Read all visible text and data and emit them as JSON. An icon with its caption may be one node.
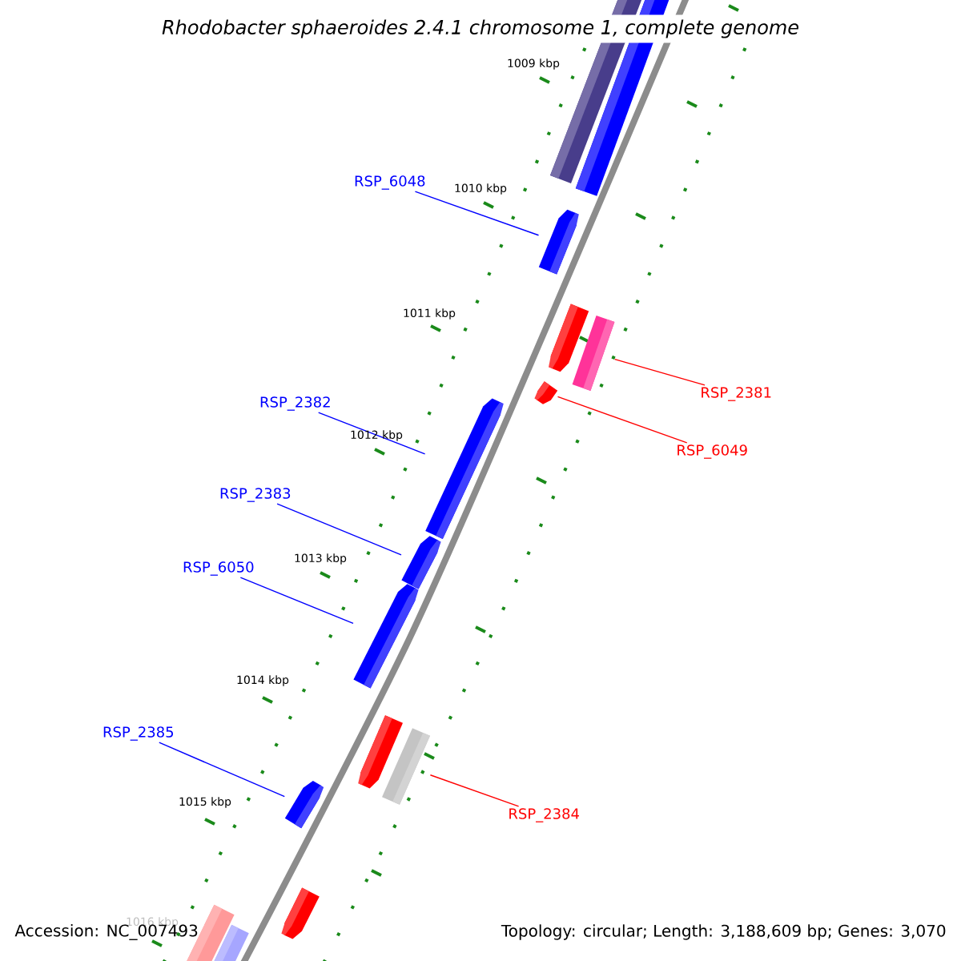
{
  "diagram": {
    "title": "Rhodobacter sphaeroides 2.4.1 chromosome 1, complete genome",
    "nodes": [
      {
        "text": [
          "RSP_6048"
        ]
      },
      {
        "text": [
          "RSP_2381"
        ]
      },
      {
        "text": [
          "RSP_6049"
        ]
      },
      {
        "text": [
          "RSP_2382"
        ]
      },
      {
        "text": [
          "RSP_2383"
        ]
      },
      {
        "text": [
          "RSP_6050"
        ]
      },
      {
        "text": [
          "RSP_2385"
        ]
      },
      {
        "text": [
          "RSP_2384"
        ]
      },
      {
        "text": [],
        "shape": "arrow"
      },
      {
        "text": [],
        "shape": "arrow"
      },
      {
        "text": [],
        "shape": "arrow"
      },
      {
        "text": [],
        "shape": "arrow"
      },
      {
        "text": [],
        "shape": "arrow"
      },
      {
        "text": [],
        "shape": "arrow"
      },
      {
        "text": [],
        "shape": "arrow"
      },
      {
        "text": [],
        "shape": "arrow"
      }
    ],
    "edges": [
      {
        "from": 0,
        "to": 8,
        "arrow": "none"
      },
      {
        "from": 1,
        "to": 9,
        "arrow": "none",
        "color": "#ff0000"
      },
      {
        "from": 2,
        "to": 10,
        "arrow": "none",
        "color": "#ff0000"
      },
      {
        "from": 3,
        "to": 11,
        "arrow": "none"
      },
      {
        "from": 4,
        "to": 12,
        "arrow": "none"
      },
      {
        "from": 5,
        "to": 13,
        "arrow": "none"
      },
      {
        "from": 6,
        "to": 14,
        "arrow": "none"
      },
      {
        "from": 7,
        "to": 15,
        "arrow": "none",
        "color": "#ff0000"
      }
    ],
    "labels": [
      "1009 kbp",
      "1010 kbp",
      "1011 kbp",
      "1012 kbp",
      "1013 kbp",
      "1014 kbp",
      "1015 kbp",
      "1016 kbp",
      "Accession: NC_007493",
      "Topology: circular; Length: 3,188,609 bp; Genes: 3,070"
    ]
  }
}
